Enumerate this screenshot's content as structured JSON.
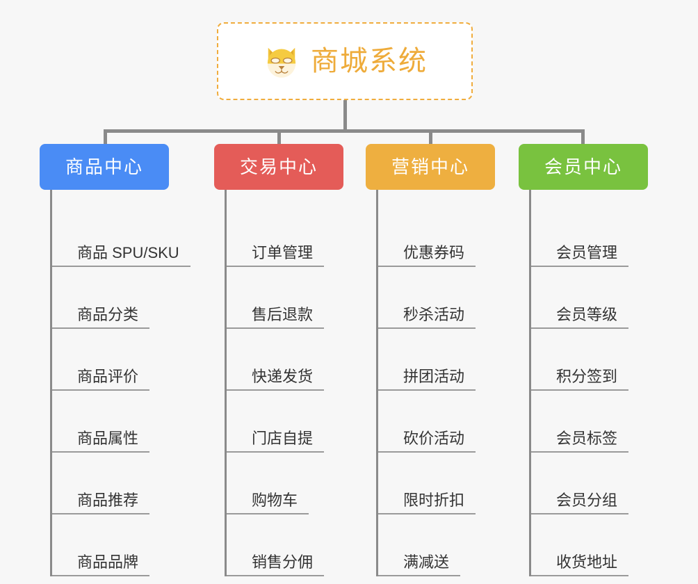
{
  "page": {
    "background_color": "#f7f7f7",
    "connector_color": "#8a8a8a",
    "leaf_rule_color": "#9a9a9a",
    "leaf_text_color": "#333333"
  },
  "root": {
    "title": "商城系统",
    "icon": "shiba-dog-icon",
    "border_color": "#f0ac3c",
    "text_color": "#eeab3a",
    "background": "#ffffff"
  },
  "columns": [
    {
      "label": "商品中心",
      "color": "#4a8cf5",
      "items": [
        "商品 SPU/SKU",
        "商品分类",
        "商品评价",
        "商品属性",
        "商品推荐",
        "商品品牌"
      ]
    },
    {
      "label": "交易中心",
      "color": "#e45c58",
      "items": [
        "订单管理",
        "售后退款",
        "快递发货",
        "门店自提",
        "购物车",
        "销售分佣"
      ]
    },
    {
      "label": "营销中心",
      "color": "#eeaf40",
      "items": [
        "优惠券码",
        "秒杀活动",
        "拼团活动",
        "砍价活动",
        "限时折扣",
        "满减送"
      ]
    },
    {
      "label": "会员中心",
      "color": "#79c23f",
      "items": [
        "会员管理",
        "会员等级",
        "积分签到",
        "会员标签",
        "会员分组",
        "收货地址"
      ]
    }
  ]
}
